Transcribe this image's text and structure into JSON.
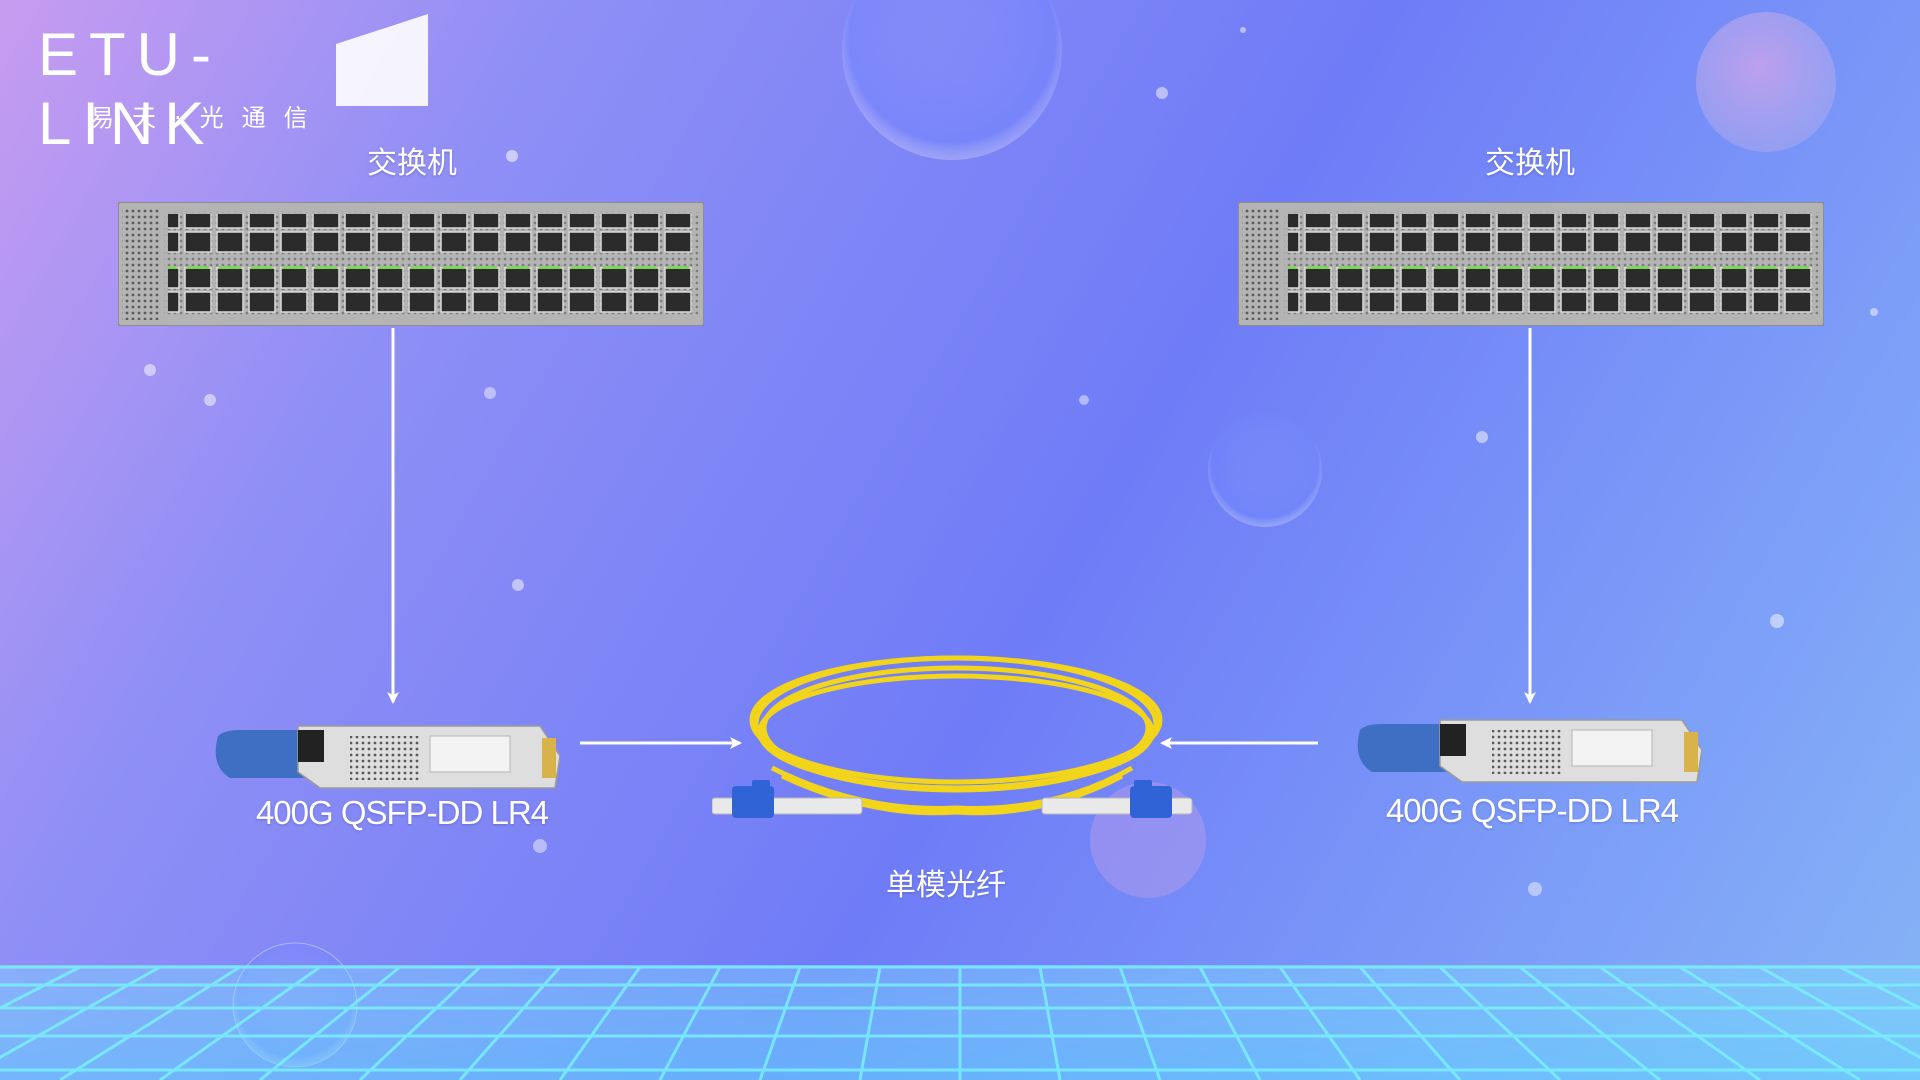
{
  "logo": {
    "main": "ETU-LINK",
    "sub": "易天·光通信"
  },
  "switches": [
    {
      "label": "交换机"
    },
    {
      "label": "交换机"
    }
  ],
  "modules": [
    {
      "label": "400G QSFP-DD LR4"
    },
    {
      "label": "400G QSFP-DD LR4"
    }
  ],
  "fiber": {
    "label": "单模光纤"
  },
  "colors": {
    "arrow": "#ffffff",
    "fiber_cable": "#f2d51a",
    "connector": "#2f63d6",
    "module_latch": "#3f6fc2",
    "switch_body": "#a9a9a9",
    "grid_floor": "#6fe3f2"
  },
  "icons": [
    "switch-icon",
    "transceiver-icon",
    "fiber-cable-icon",
    "arrow-icon"
  ]
}
